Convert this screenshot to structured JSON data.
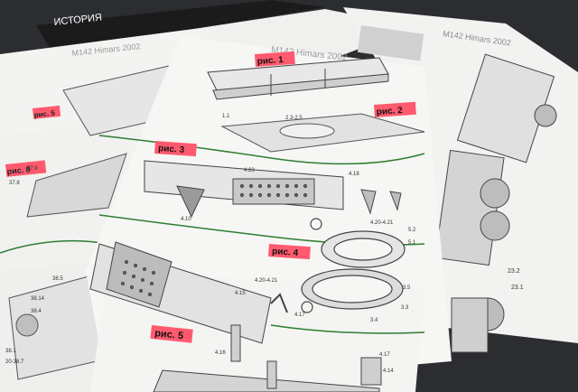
{
  "header_banner": "ИСТОРИЯ",
  "model_title": "M142 Himars 2002",
  "fig_labels": {
    "fig1": "рис. 1",
    "fig2": "рис. 2",
    "fig3": "рис. 3",
    "fig4": "рис. 4",
    "fig5": "рис. 5",
    "left1": "рис. 5",
    "left2": "рис. 8"
  },
  "part_numbers": {
    "p1": "1.1",
    "p2": "2.3-2.5",
    "p3": "4.23",
    "p4": "4.10",
    "p5": "4.18",
    "p6": "4.20-4.21",
    "p7": "5.2",
    "p8": "5.1",
    "p9": "3.5",
    "p10": "3.4",
    "p11": "3.3",
    "p12": "4.14",
    "p13": "4.17",
    "p14": "23.2",
    "p15": "23.1",
    "p16": "38.5",
    "p17": "38.14",
    "p18": "38.4",
    "p19": "38.1",
    "p20": "20-38.7",
    "p21": "37.8",
    "p22": "37.9",
    "p23": "4.20-4.21",
    "p24": "4.15",
    "p25": "4.16",
    "p26": "4.17"
  },
  "colors": {
    "table": "#2b2d31",
    "paper": "#f4f4f2",
    "paper_shadow": "#d9d9d6",
    "highlight": "#ff5a6e",
    "green_line": "#2e7d32",
    "ink": "#333333"
  }
}
